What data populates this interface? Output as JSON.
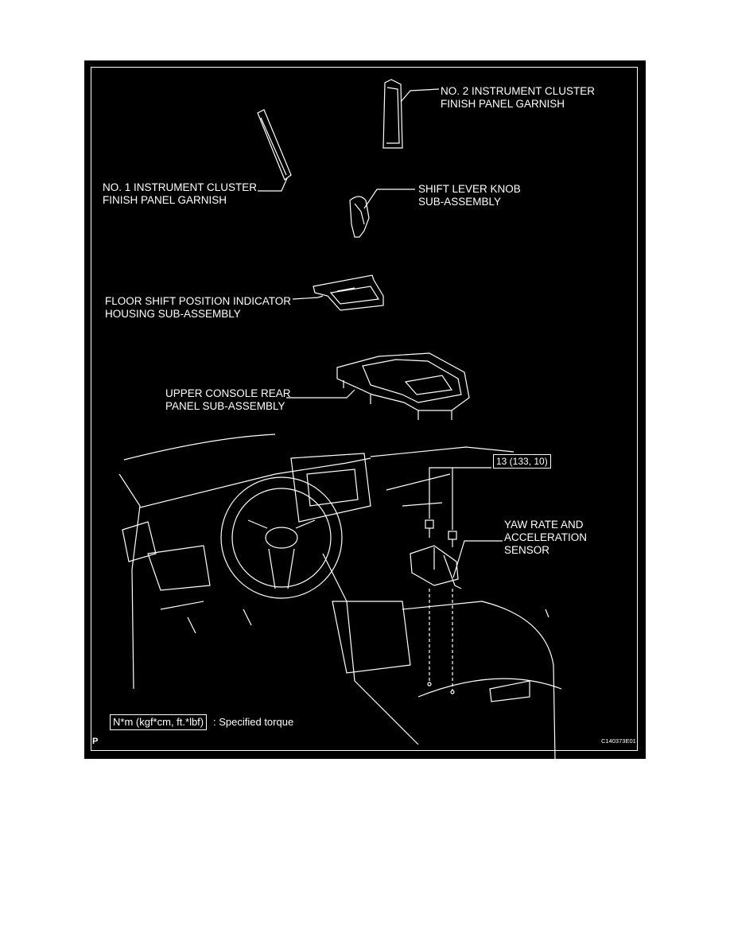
{
  "labels": {
    "no2_garnish": "NO. 2 INSTRUMENT CLUSTER\nFINISH PANEL GARNISH",
    "no1_garnish": "NO. 1 INSTRUMENT CLUSTER\nFINISH PANEL GARNISH",
    "shift_knob": "SHIFT LEVER KNOB\nSUB-ASSEMBLY",
    "indicator_housing": "FLOOR SHIFT POSITION INDICATOR\nHOUSING SUB-ASSEMBLY",
    "console_panel": "UPPER CONSOLE REAR\nPANEL SUB-ASSEMBLY",
    "torque_value": "13 (133, 10)",
    "yaw_sensor": "YAW RATE AND\nACCELERATION\nSENSOR",
    "legend_unit": "N*m (kgf*cm, ft.*lbf)",
    "legend_text": ": Specified torque",
    "corner_letter": "P",
    "figure_code": "C140373E01"
  }
}
